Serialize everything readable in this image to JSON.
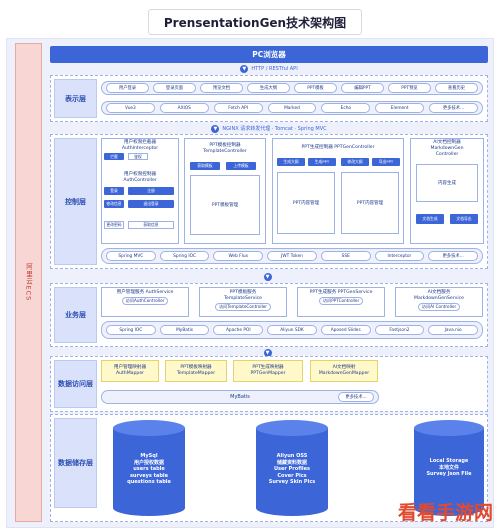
{
  "title": "PrensentationGen技术架构图",
  "ecs_label": "阿里云ECS",
  "pc_bar": "PC浏览器",
  "flow1": "HTTP / RESTful API",
  "flow2": "NGINX 请求转发代理 · Tomcat · Spring MVC",
  "layers": {
    "presentation": "表示层",
    "control": "控制层",
    "business": "业务层",
    "data_access": "数据访问层",
    "storage": "数据储存层"
  },
  "presentation": {
    "row1": [
      "用户登录",
      "登录页面",
      "预览文档",
      "生成大纲",
      "PPT模板",
      "编辑PPT",
      "PPT预览",
      "查看历史"
    ],
    "row2": [
      "Vue3",
      "AXIOS",
      "Fetch API",
      "Marked",
      "Echo",
      "Element",
      "更多技术..."
    ]
  },
  "control": {
    "auth_interceptor": [
      "用户权限拦截器",
      "AuthInterceptor"
    ],
    "auth_controller": [
      "用户权限控制器",
      "AuthController"
    ],
    "auth_cells": [
      "登录",
      "注册",
      "修改信息",
      "退出登录",
      "更改密码",
      "获取信息"
    ],
    "template_controller": [
      "PPT模板控制器",
      "TemplateController"
    ],
    "template_cells": [
      "获取模板",
      "上传模板"
    ],
    "template_center": "PPT模板管理",
    "ppt_controller": [
      "PPT生成控制器 PPTGenController"
    ],
    "ppt_cells": [
      "生成大纲",
      "生成PPT",
      "修改大纲",
      "导出PPT"
    ],
    "ppt_center_left": "PPT内容管理",
    "ppt_center_right": "PPT内容管理",
    "ai_controller": [
      "AI文档控制器",
      "MarkdownGen",
      "Controller"
    ],
    "ai_cells": [
      "文档生成",
      "文档导出"
    ],
    "ai_center": "内容生成",
    "tech": [
      "Spring MVC",
      "Spring IOC",
      "Web Flux",
      "JWT Token",
      "SSE",
      "Interceptor",
      "更多技术..."
    ]
  },
  "business": {
    "services": [
      {
        "line1": "用户管理服务 AuthService",
        "line2": "访问AuthController"
      },
      {
        "line1": "PPT模板服务",
        "line1b": "TemplateService",
        "line2": "访问TemplateController"
      },
      {
        "line1": "PPT生成服务 PPTGenService",
        "line2": "访问PPTController"
      },
      {
        "line1": "AI文档服务",
        "line1b": "MarkdownGenService",
        "line2": "访问AI Controller"
      }
    ],
    "tech": [
      "Spring IOC",
      "MyBatis",
      "Apache POI",
      "Aliyun SDK",
      "Aposed Slides",
      "Fastjson2",
      "Java.nio"
    ]
  },
  "data_access": {
    "mappers": [
      {
        "line1": "用户管理映射器",
        "line2": "AuthMapper"
      },
      {
        "line1": "PPT模板映射器",
        "line2": "TemplateMapper"
      },
      {
        "line1": "PPT生成映射器",
        "line2": "PPTGenMapper"
      },
      {
        "line1": "AI文档映射",
        "line2": "MarkdownGenMapper"
      }
    ],
    "bar_label": "MyBatis",
    "bar_more": "更多技术..."
  },
  "storage": {
    "mysql": [
      "MySql",
      "用户授权数据",
      "users table",
      "surveys table",
      "questions table"
    ],
    "oss": [
      "Aliyun OSS",
      "储藏资料数据",
      "User Profiles",
      "Cover Pics",
      "Survey Skin Pics"
    ],
    "local": [
      "Local Storage",
      "本地文件",
      "Survey Json File"
    ]
  },
  "watermark": "看看手游网",
  "colors": {
    "accent": "#3c66d8",
    "label_bg": "#d9e2fa",
    "ecs_bg": "#f7d6d3"
  }
}
